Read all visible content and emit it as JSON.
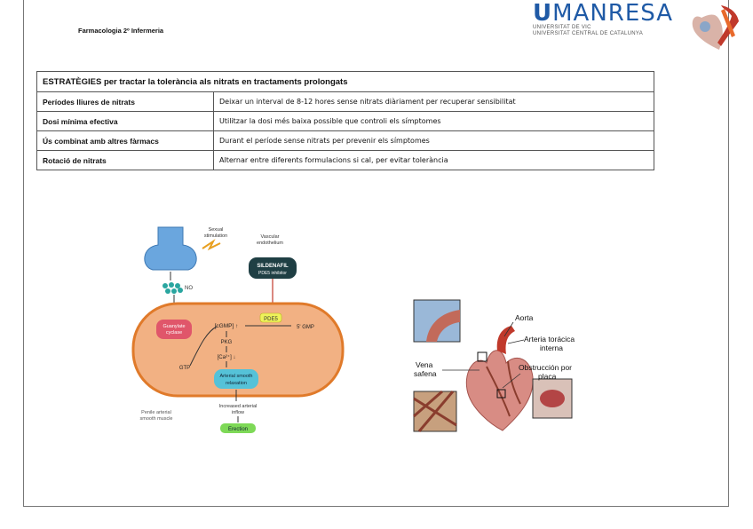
{
  "header": {
    "course": "Farmacologia 2º Infermeria",
    "brand_prefix": "U",
    "brand_name": "MANRESA",
    "brand_line1": "UNIVERSITAT DE VIC",
    "brand_line2": "UNIVERSITAT CENTRAL DE CATALUNYA"
  },
  "table": {
    "title": "ESTRATÈGIES per tractar la tolerància als nitrats en tractaments prolongats",
    "rows": [
      {
        "strategy": "Períodes lliures de nitrats",
        "description": "Deixar un interval de 8-12 hores sense nitrats diàriament per recuperar sensibilitat"
      },
      {
        "strategy": "Dosi mínima efectiva",
        "description": "Utilitzar la dosi més baixa possible que controli els símptomes"
      },
      {
        "strategy": "Ús combinat amb altres fàrmacs",
        "description": "Durant el període sense nitrats per prevenir els símptomes"
      },
      {
        "strategy": "Rotació de nitrats",
        "description": "Alternar entre diferents formulacions si cal, per evitar tolerància"
      }
    ]
  },
  "figure1": {
    "sexual_stimulation": [
      "Sexual",
      "stimulation"
    ],
    "vascular_endothelium": [
      "Vascular",
      "endothelium"
    ],
    "sildenafil": [
      "SILDENAFIL",
      "PDE5 inhibitor"
    ],
    "no": "NO",
    "pde5": "PDE5",
    "guanylate_cyclase": [
      "Guanylate",
      "cyclase"
    ],
    "cgmp": "[cGMP] ↑",
    "gmp": "5' GMP",
    "pkg": "PKG",
    "calcium": "[Ca²⁺] ↓",
    "gtp": "GTP",
    "relaxation": [
      "Arterial smooth",
      "relaxation"
    ],
    "inflow": [
      "Increased arterial",
      "inflow"
    ],
    "erection": "Erection",
    "muscle": [
      "Penile arterial",
      "smooth muscle"
    ],
    "colors": {
      "cell_fill": "#f2b183",
      "cell_border": "#e07a2a",
      "receptor": "#6aa6de",
      "no_dots": "#2aa6a0",
      "gc": "#e0566a",
      "relax": "#55c2d8",
      "erection": "#7ed957",
      "pde5": "#eef25a",
      "sildenafil": "#1f3f44"
    }
  },
  "figure2": {
    "aorta": "Aorta",
    "thoracic": [
      "Arteria torácica",
      "interna"
    ],
    "vein": [
      "Vena",
      "safena"
    ],
    "obstruction": [
      "Obstrucción por",
      "placa"
    ]
  }
}
